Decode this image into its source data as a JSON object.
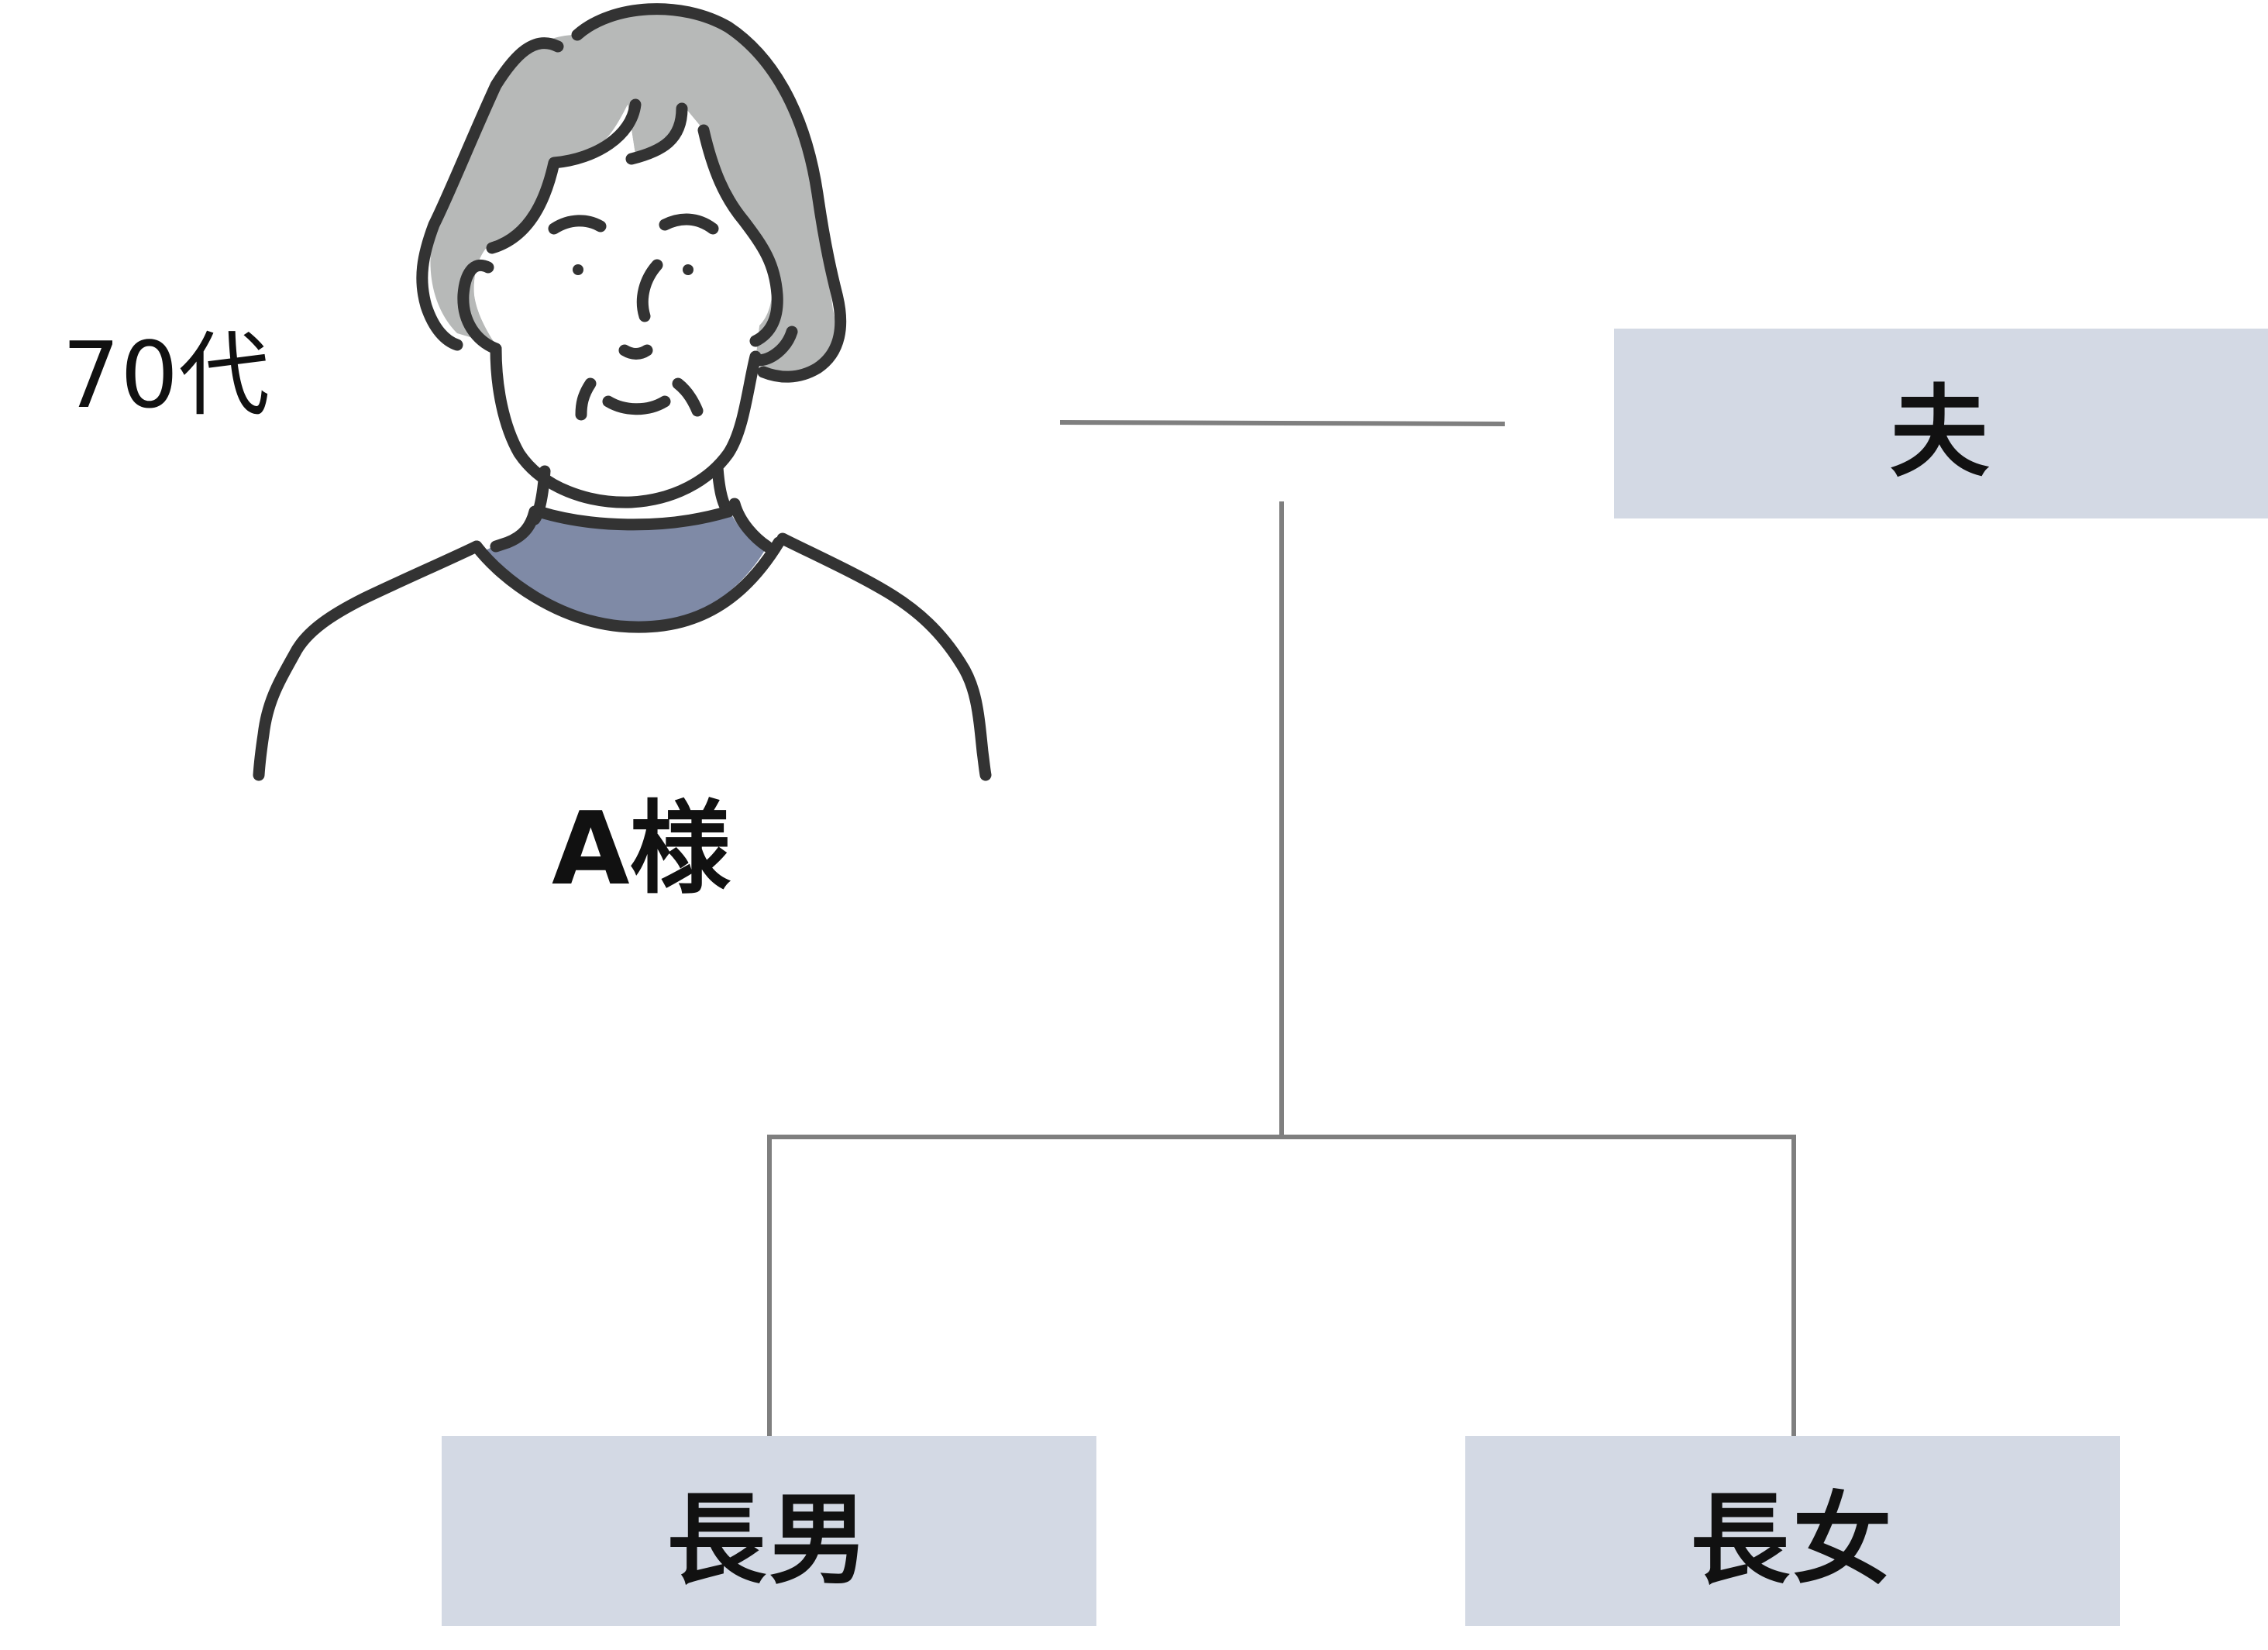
{
  "person": {
    "age": "70代",
    "name": "A様"
  },
  "family": {
    "husband": "夫",
    "eldest_son": "長男",
    "eldest_daughter": "長女"
  },
  "colors": {
    "box_fill": "#d3d9e4",
    "connector": "#7f7f7f",
    "hair": "#b7b9b8",
    "collar": "#7f8aa6",
    "outline": "#333333"
  }
}
